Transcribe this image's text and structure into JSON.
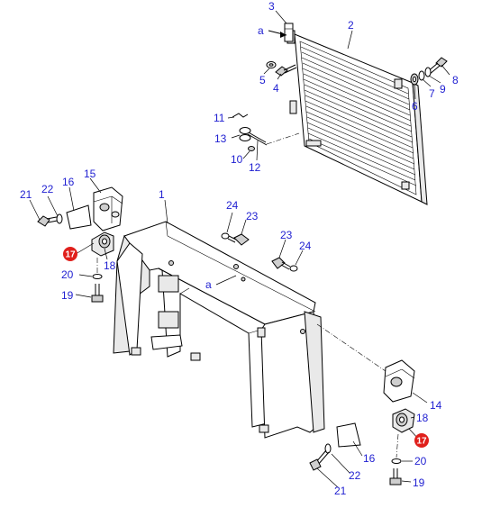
{
  "diagram": {
    "view_letter": "a",
    "callouts": [
      {
        "id": "c1",
        "text": "1"
      },
      {
        "id": "c2",
        "text": "2"
      },
      {
        "id": "c3",
        "text": "3"
      },
      {
        "id": "c4",
        "text": "4"
      },
      {
        "id": "c5",
        "text": "5"
      },
      {
        "id": "c6",
        "text": "6"
      },
      {
        "id": "c7",
        "text": "7"
      },
      {
        "id": "c8",
        "text": "8"
      },
      {
        "id": "c9",
        "text": "9"
      },
      {
        "id": "c10",
        "text": "10"
      },
      {
        "id": "c11",
        "text": "11"
      },
      {
        "id": "c12",
        "text": "12"
      },
      {
        "id": "c13",
        "text": "13"
      },
      {
        "id": "c14",
        "text": "14"
      },
      {
        "id": "c15",
        "text": "15"
      },
      {
        "id": "c16a",
        "text": "16"
      },
      {
        "id": "c16b",
        "text": "16"
      },
      {
        "id": "c17a",
        "text": "17"
      },
      {
        "id": "c17b",
        "text": "17"
      },
      {
        "id": "c18a",
        "text": "18"
      },
      {
        "id": "c18b",
        "text": "18"
      },
      {
        "id": "c19a",
        "text": "19"
      },
      {
        "id": "c19b",
        "text": "19"
      },
      {
        "id": "c20a",
        "text": "20"
      },
      {
        "id": "c20b",
        "text": "20"
      },
      {
        "id": "c21a",
        "text": "21"
      },
      {
        "id": "c21b",
        "text": "21"
      },
      {
        "id": "c22a",
        "text": "22"
      },
      {
        "id": "c22b",
        "text": "22"
      },
      {
        "id": "c23a",
        "text": "23"
      },
      {
        "id": "c23b",
        "text": "23"
      },
      {
        "id": "c24a",
        "text": "24"
      },
      {
        "id": "c24b",
        "text": "24"
      }
    ],
    "colors": {
      "label": "#1f1fd1",
      "highlight": "#e0201c",
      "line": "#000000",
      "background": "#ffffff"
    }
  }
}
